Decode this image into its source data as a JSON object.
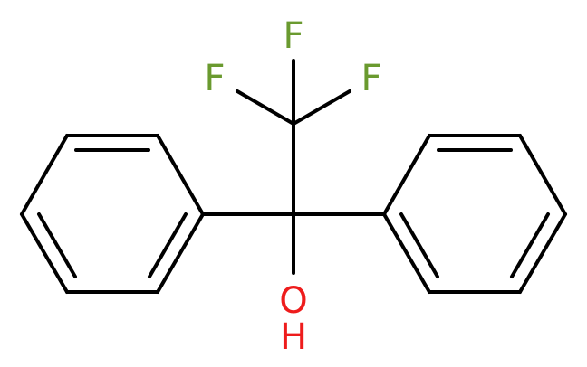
{
  "molecule": {
    "atoms": {
      "fluorine_top": {
        "symbol": "F"
      },
      "fluorine_left": {
        "symbol": "F"
      },
      "fluorine_right": {
        "symbol": "F"
      },
      "oxygen": {
        "symbol": "O"
      },
      "hydrogen": {
        "symbol": "H"
      }
    }
  },
  "colors": {
    "bond": "#000000",
    "fluorine": "#6a9a2f",
    "oxygen": "#ee1c1c",
    "background": "#ffffff"
  }
}
